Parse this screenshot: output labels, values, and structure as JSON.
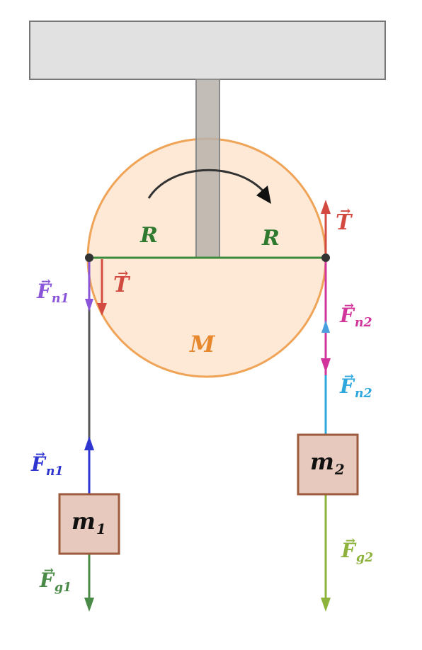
{
  "labels": {
    "radius_left": "R",
    "radius_right": "R",
    "pulley_mass": "M",
    "mass1": {
      "main": "m",
      "sub": "1"
    },
    "mass2": {
      "main": "m",
      "sub": "2"
    },
    "tension_left": {
      "main": "T",
      "sub": ""
    },
    "tension_right": {
      "main": "T",
      "sub": ""
    },
    "fn1_on_rope": {
      "main": "F",
      "sub": "n1"
    },
    "fn1_on_block": {
      "main": "F",
      "sub": "n1"
    },
    "fn2_on_rope": {
      "main": "F",
      "sub": "n2"
    },
    "fn2_on_block": {
      "main": "F",
      "sub": "n2"
    },
    "fg1": {
      "main": "F",
      "sub": "g1"
    },
    "fg2": {
      "main": "F",
      "sub": "g2"
    },
    "vector_arrow": "→"
  },
  "colors": {
    "ceiling_fill": "#e1e1e1",
    "ceiling_stroke": "#777777",
    "axle_fill": "#c2c2c2",
    "axle_stroke": "#8a8a8a",
    "pulley_fill": "#fde9d6",
    "pulley_stroke": "#f0a458",
    "radius_line": "#3c8a3c",
    "label_R": "#2f7a2f",
    "label_M": "#e8882e",
    "block_fill": "#e8c9bd",
    "block_stroke": "#9c5b3c",
    "tension": "#d24a40",
    "fn1_rope": "#8a55d8",
    "fn1_block": "#2f35d0",
    "fn2_rope": "#d1349b",
    "fn2_block": "#2ea7dc",
    "fg1": "#4a8a47",
    "fg2": "#8eb33d",
    "rope_left": "#555555"
  }
}
